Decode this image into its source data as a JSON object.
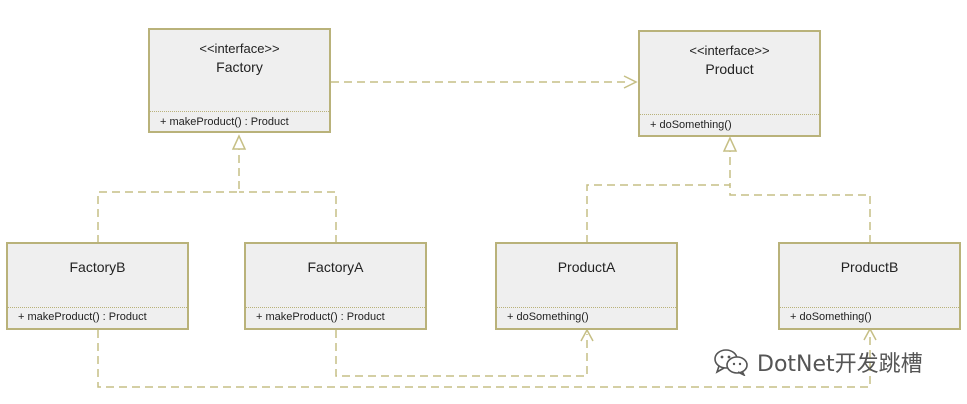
{
  "classes": {
    "factory": {
      "stereotype": "<<interface>>",
      "name": "Factory",
      "method": "+ makeProduct() : Product"
    },
    "product": {
      "stereotype": "<<interface>>",
      "name": "Product",
      "method": "+ doSomething()"
    },
    "factory_b": {
      "name": "FactoryB",
      "method": "+ makeProduct() : Product"
    },
    "factory_a": {
      "name": "FactoryA",
      "method": "+ makeProduct() : Product"
    },
    "product_a": {
      "name": "ProductA",
      "method": "+ doSomething()"
    },
    "product_b": {
      "name": "ProductB",
      "method": "+ doSomething()"
    }
  },
  "watermark": {
    "text": "DotNet开发跳槽",
    "icon": "wechat-icon"
  },
  "colors": {
    "box_fill": "#efefef",
    "box_border": "#b9b27a",
    "connector": "#c6bf85",
    "text": "#222222",
    "watermark": "#555555"
  }
}
